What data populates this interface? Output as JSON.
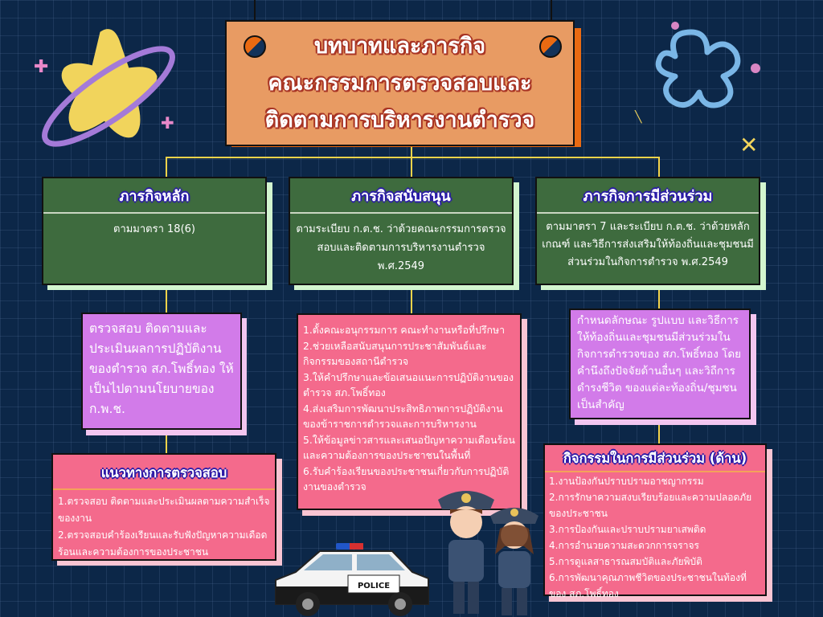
{
  "title": {
    "lines": [
      "บทบาทและภารกิจ",
      "คณะกรรมการตรวจสอบและ",
      "ติดตามการบริหารงานตำรวจ"
    ]
  },
  "missions": [
    {
      "heading": "ภารกิจหลัก",
      "basis": "ตามมาตรา 18(6)"
    },
    {
      "heading": "ภารกิจสนับสนุน",
      "basis": "ตามระเบียบ ก.ต.ช. ว่าด้วยคณะกรรมการตรวจสอบและติดตามการบริหารงานตำรวจ พ.ศ.2549"
    },
    {
      "heading": "ภารกิจการมีส่วนร่วม",
      "basis": "ตามมาตรา 7 และระเบียบ ก.ต.ช. ว่าด้วยหลักเกณฑ์ และวิธีการส่งเสริมให้ท้องถิ่นและชุมชนมีส่วนร่วมในกิจการตำรวจ พ.ศ.2549"
    }
  ],
  "main_detail": "ตรวจสอบ ติดตามและประเมินผลการปฏิบัติงานของตำรวจ สภ.โพธิ์ทอง ให้เป็นไปตามนโยบายของ ก.พ.ช.",
  "inspection": {
    "heading": "แนวทางการตรวจสอบ",
    "items": [
      "1.ตรวจสอบ ติดตามและประเมินผลตามความสำเร็จของงาน",
      "2.ตรวจสอบคำร้องเรียนและรับฟังปัญหาความเดือดร้อนและความต้องการของประชาชน"
    ]
  },
  "support_items": [
    "1.ตั้งคณะอนุกรรมการ คณะทำงานหรือที่ปรึกษา",
    "2.ช่วยเหลือสนับสนุนการประชาสัมพันธ์และกิจกรรมของสถานีตำรวจ",
    "3.ให้คำปรึกษาและข้อเสนอแนะการปฏิบัติงานของตำรวจ สภ.โพธิ์ทอง",
    "4.ส่งเสริมการพัฒนาประสิทธิภาพการปฏิบัติงานของข้าราชการตำรวจและการบริหารงาน",
    "5.ให้ข้อมูลข่าวสารและเสนอปัญหาความเดือนร้อนและความต้องการของประชาชนในพื้นที่",
    "6.รับคำร้องเรียนของประชาชนเกี่ยวกับการปฏิบัติงานของตำรวจ"
  ],
  "participation_detail": "กำหนดลักษณะ รูปแบบ และวิธีการให้ท้องถิ่นและชุมชนมีส่วนร่วมในกิจการตำรวจของ สภ.โพธิ์ทอง โดยคำนึงถึงปัจจัยด้านอื่นๆ และวิถีการดำรงชีวิต ของแต่ละท้องถิ่น/ชุมชนเป็นสำคัญ",
  "activities": {
    "heading": "กิจกรรมในการมีส่วนร่วม (ด้าน)",
    "items": [
      "1.งานป้องกันปราบปรามอาชญากรรม",
      "2.การรักษาความสงบเรียบร้อยและความปลอดภัยของประชาชน",
      "3.การป้องกันและปราบปรามยาเสพติด",
      "4.การอำนวยความสะดวกการจราจร",
      "5.การดูแลสาธารณสมบัติและภัยพิบัติ",
      "6.การพัฒนาคุณภาพชีวิตของประชาชนในท้องที่ของ สภ.โพธิ์ทอง"
    ]
  },
  "car_label": "POLICE",
  "colors": {
    "background": "#0c2748",
    "title": "#e89b63",
    "green": "#3e6b3e",
    "purple": "#d27be9",
    "pink": "#f46a8c",
    "connector": "#f3d34a"
  }
}
